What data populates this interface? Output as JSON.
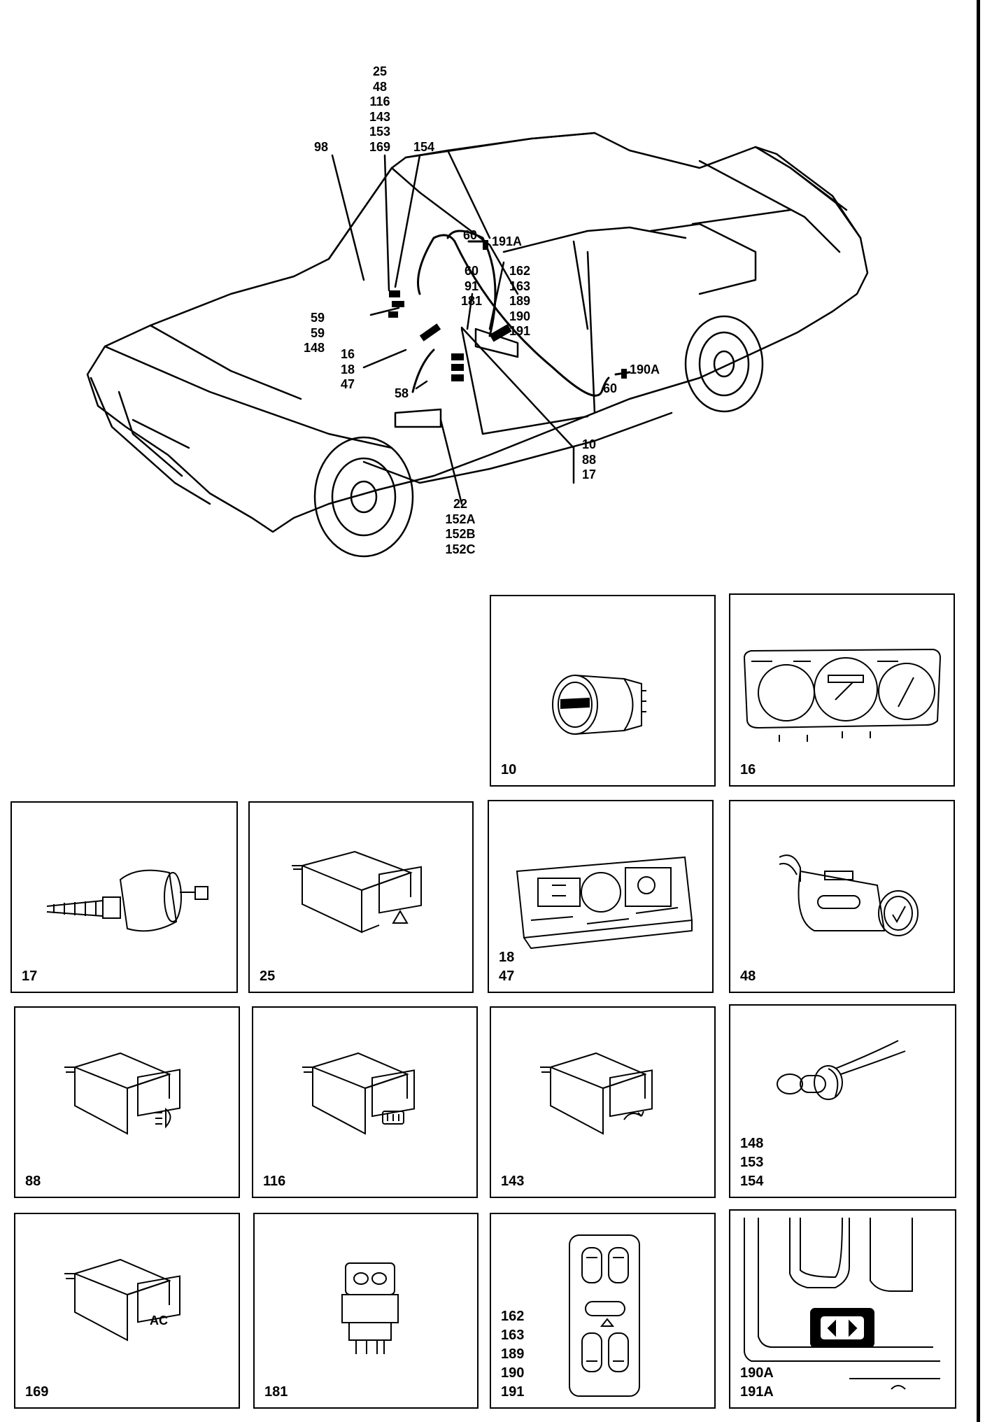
{
  "car_diagram": {
    "callouts": {
      "top_stack": [
        "25",
        "48",
        "116",
        "143",
        "153",
        "169"
      ],
      "c98": [
        "98"
      ],
      "c154": [
        "154"
      ],
      "c60a": [
        "60"
      ],
      "c191a": [
        "191A"
      ],
      "mid_stack": [
        "60",
        "91",
        "181"
      ],
      "right_stack": [
        "162",
        "163",
        "189",
        "190",
        "191"
      ],
      "left_stack": [
        "59",
        "59",
        "148"
      ],
      "c16_stack": [
        "16",
        "18",
        "47"
      ],
      "c58": [
        "58"
      ],
      "c190a": [
        "190A"
      ],
      "c60b": [
        "60"
      ],
      "c10_stack": [
        "10",
        "88",
        "17"
      ],
      "c22_stack": [
        "22",
        "152A",
        "152B",
        "152C"
      ]
    }
  },
  "panels": [
    {
      "id": "p10",
      "labels": [
        "10"
      ],
      "icon": "light-switch-icon"
    },
    {
      "id": "p16",
      "labels": [
        "16"
      ],
      "icon": "instrument-cluster-icon"
    },
    {
      "id": "p17",
      "labels": [
        "17"
      ],
      "icon": "rheostat-icon"
    },
    {
      "id": "p25",
      "labels": [
        "25"
      ],
      "icon": "hazard-switch-icon"
    },
    {
      "id": "p18",
      "labels": [
        "18",
        "47"
      ],
      "icon": "circuit-board-icon"
    },
    {
      "id": "p48",
      "labels": [
        "48"
      ],
      "icon": "cigarette-lighter-icon"
    },
    {
      "id": "p88",
      "labels": [
        "88"
      ],
      "icon": "fog-light-switch-icon"
    },
    {
      "id": "p116",
      "labels": [
        "116"
      ],
      "icon": "rear-defrost-switch-icon"
    },
    {
      "id": "p143",
      "labels": [
        "143"
      ],
      "icon": "recirculation-switch-icon"
    },
    {
      "id": "p148",
      "labels": [
        "148",
        "153",
        "154"
      ],
      "icon": "bulb-holder-icon"
    },
    {
      "id": "p169",
      "labels": [
        "169"
      ],
      "icon": "ac-switch-icon"
    },
    {
      "id": "p181",
      "labels": [
        "181"
      ],
      "icon": "mirror-switch-icon"
    },
    {
      "id": "p162",
      "labels": [
        "162",
        "163",
        "189",
        "190",
        "191"
      ],
      "icon": "window-switch-panel-icon"
    },
    {
      "id": "p190",
      "labels": [
        "190A",
        "191A"
      ],
      "icon": "door-window-switch-icon"
    }
  ]
}
